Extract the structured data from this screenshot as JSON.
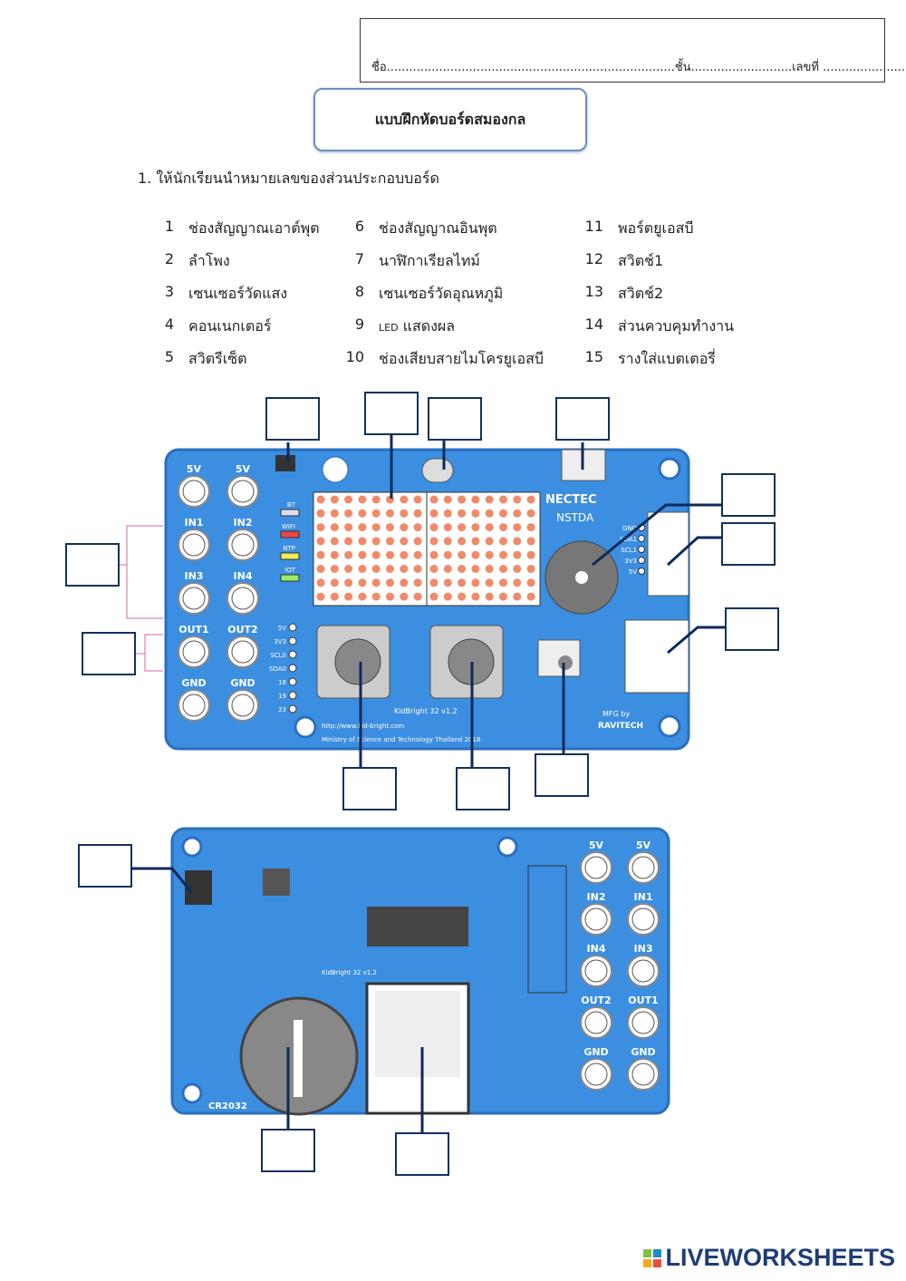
{
  "header": {
    "name_line": "ชื่อ.............................................................................ชั้น...........................เลขที่ ......................"
  },
  "title": "แบบฝึกหัดบอร์ดสมองกล",
  "question": "1.  ให้นักเรียนนำหมายเลขของส่วนประกอบบอร์ด",
  "legend": [
    [
      {
        "n": "1",
        "t": "ช่องสัญญาณเอาต์พุต"
      },
      {
        "n": "2",
        "t": "ลำโพง"
      },
      {
        "n": "3",
        "t": "เซนเซอร์วัดแสง"
      },
      {
        "n": "4",
        "t": "คอนเนกเตอร์"
      },
      {
        "n": "5",
        "t": "สวิตรีเซ็ต"
      }
    ],
    [
      {
        "n": "6",
        "t": "ช่องสัญญาณอินพุต"
      },
      {
        "n": "7",
        "t": "นาฬิกาเรียลไทม์"
      },
      {
        "n": "8",
        "t": "เซนเซอร์วัดอุณหภูมิ"
      },
      {
        "n": "9",
        "t": "LED",
        "t2": " แสดงผล"
      },
      {
        "n": "10",
        "t": "ช่องเสียบสายไมโครยูเอสบี"
      }
    ],
    [
      {
        "n": "11",
        "t": "พอร์ตยูเอสบี"
      },
      {
        "n": "12",
        "t": "สวิตช์1"
      },
      {
        "n": "13",
        "t": "สวิตช์2"
      },
      {
        "n": "14",
        "t": "ส่วนควบคุมทำงาน"
      },
      {
        "n": "15",
        "t": "รางใส่แบตเตอรี่"
      }
    ]
  ],
  "board_front": {
    "pins": [
      "5V",
      "5V",
      "IN1",
      "IN2",
      "IN3",
      "IN4",
      "OUT1",
      "OUT2",
      "GND",
      "GND"
    ],
    "leds": [
      "BT",
      "WIFI",
      "NTP",
      "IOT"
    ],
    "logo1": "NECTEC",
    "logo2": "NSTDA",
    "model": "KidBright 32  v1.2",
    "url": "http://www.kid-bright.com",
    "ministry": "Ministry of Science and Technology Thailand 2018",
    "mfg": "MFG by",
    "maker": "RAVITECH",
    "io_pins": [
      "5V",
      "3V3",
      "SCL0",
      "SDA0",
      "18",
      "19",
      "23"
    ],
    "i2c_pins": [
      "GND",
      "SDA1",
      "SCL1",
      "3V3",
      "5V"
    ]
  },
  "board_back": {
    "pins": [
      "5V",
      "5V",
      "IN2",
      "IN1",
      "IN4",
      "IN3",
      "OUT2",
      "OUT1",
      "GND",
      "GND"
    ],
    "model": "KidBright 32  v1.2",
    "battery": "CR2032"
  },
  "colors": {
    "board": "#3c8ee0",
    "board_edge": "#2a6fbf",
    "led": "#f08a6a",
    "box_border": "#12305e"
  },
  "answers": [
    "",
    "",
    "",
    "",
    "",
    "",
    "",
    "",
    "",
    "",
    "",
    "",
    "",
    "",
    ""
  ],
  "brand": "LIVEWORKSHEETS"
}
